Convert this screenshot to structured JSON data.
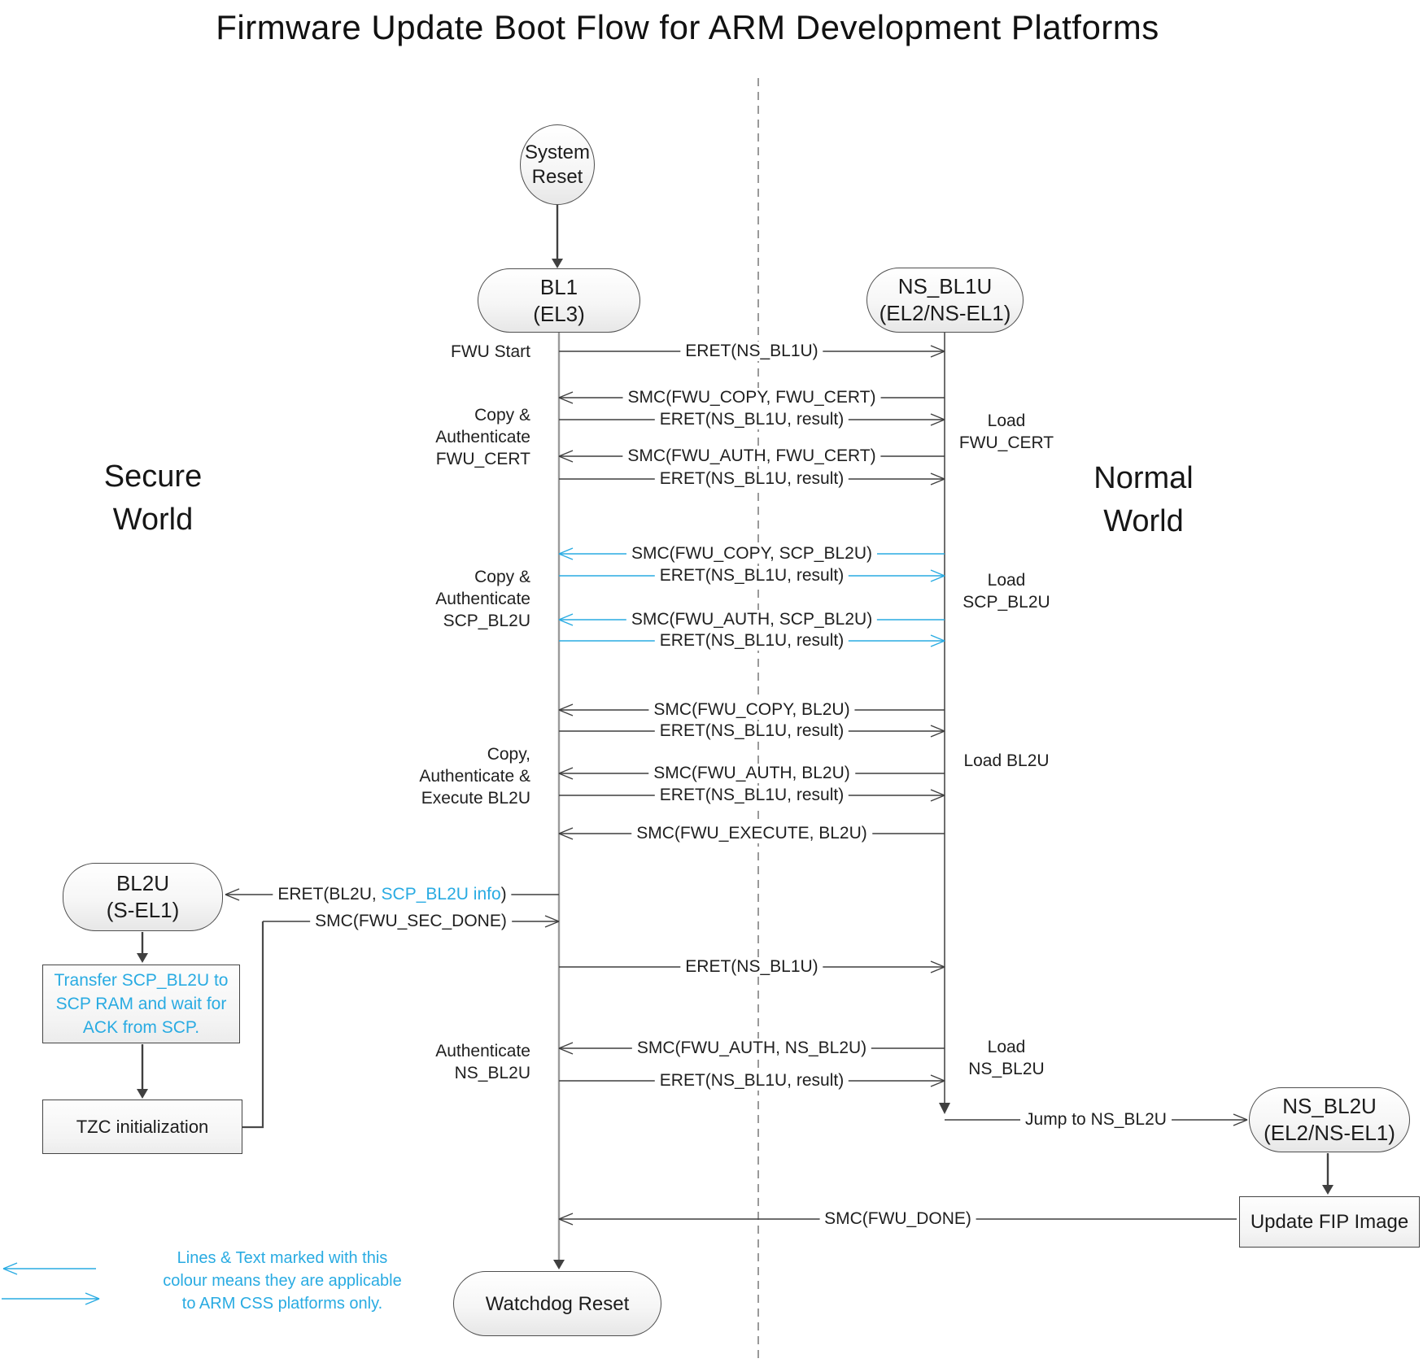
{
  "title": "Firmware Update Boot Flow for ARM Development Platforms",
  "colors": {
    "accent_blue": "#29ABE2",
    "line": "#3f3f3f",
    "lifeline_gray": "#9a9a9a",
    "flow_arrow": "#404040"
  },
  "worlds": {
    "secure": "Secure\nWorld",
    "normal": "Normal\nWorld"
  },
  "nodes": {
    "system_reset": "System\nReset",
    "bl1": "BL1\n(EL3)",
    "ns_bl1u": "NS_BL1U\n(EL2/NS-EL1)",
    "bl2u": "BL2U\n(S-EL1)",
    "ns_bl2u": "NS_BL2U\n(EL2/NS-EL1)",
    "watchdog": "Watchdog Reset",
    "transfer_scp": "Transfer SCP_BL2U to\nSCP RAM and wait for\nACK from SCP.",
    "tzc": "TZC initialization",
    "update_fip": "Update FIP Image"
  },
  "messages": [
    {
      "label": "ERET(NS_BL1U)",
      "color": "black"
    },
    {
      "label": "SMC(FWU_COPY, FWU_CERT)",
      "color": "black"
    },
    {
      "label": "ERET(NS_BL1U, result)",
      "color": "black"
    },
    {
      "label": "SMC(FWU_AUTH, FWU_CERT)",
      "color": "black"
    },
    {
      "label": "ERET(NS_BL1U, result)",
      "color": "black"
    },
    {
      "label": "SMC(FWU_COPY, SCP_BL2U)",
      "color": "blue"
    },
    {
      "label": "ERET(NS_BL1U, result)",
      "color": "blue"
    },
    {
      "label": "SMC(FWU_AUTH, SCP_BL2U)",
      "color": "blue"
    },
    {
      "label": "ERET(NS_BL1U, result)",
      "color": "blue"
    },
    {
      "label": "SMC(FWU_COPY, BL2U)",
      "color": "black"
    },
    {
      "label": "ERET(NS_BL1U, result)",
      "color": "black"
    },
    {
      "label": "SMC(FWU_AUTH, BL2U)",
      "color": "black"
    },
    {
      "label": "ERET(NS_BL1U, result)",
      "color": "black"
    },
    {
      "label": "SMC(FWU_EXECUTE, BL2U)",
      "color": "black"
    },
    {
      "label": "ERET(BL2U, SCP_BL2U info)",
      "color": "black",
      "parts": [
        {
          "text": "ERET(BL2U, ",
          "color": "black"
        },
        {
          "text": "SCP_BL2U info",
          "color": "blue"
        },
        {
          "text": ")",
          "color": "black"
        }
      ]
    },
    {
      "label": "SMC(FWU_SEC_DONE)",
      "color": "black"
    },
    {
      "label": "ERET(NS_BL1U)",
      "color": "black"
    },
    {
      "label": "SMC(FWU_AUTH, NS_BL2U)",
      "color": "black"
    },
    {
      "label": "ERET(NS_BL1U, result)",
      "color": "black"
    },
    {
      "label": "Jump to NS_BL2U",
      "color": "black"
    },
    {
      "label": "SMC(FWU_DONE)",
      "color": "black"
    }
  ],
  "stage_labels": [
    {
      "text": "FWU Start",
      "color": "black",
      "side": "left"
    },
    {
      "text": "Copy &\nAuthenticate\nFWU_CERT",
      "color": "black",
      "side": "left"
    },
    {
      "text": "Copy &\nAuthenticate\nSCP_BL2U",
      "color": "blue",
      "side": "left"
    },
    {
      "text": "Copy,\nAuthenticate &\nExecute BL2U",
      "color": "black",
      "side": "left"
    },
    {
      "text": "Authenticate\nNS_BL2U",
      "color": "black",
      "side": "left"
    },
    {
      "text": "Load\nFWU_CERT",
      "color": "black",
      "side": "right"
    },
    {
      "text": "Load\nSCP_BL2U",
      "color": "blue",
      "side": "right"
    },
    {
      "text": "Load BL2U",
      "color": "black",
      "side": "right"
    },
    {
      "text": "Load\nNS_BL2U",
      "color": "black",
      "side": "right"
    }
  ],
  "legend": {
    "text": "Lines & Text marked with this\ncolour means they are applicable\nto ARM CSS platforms only."
  }
}
